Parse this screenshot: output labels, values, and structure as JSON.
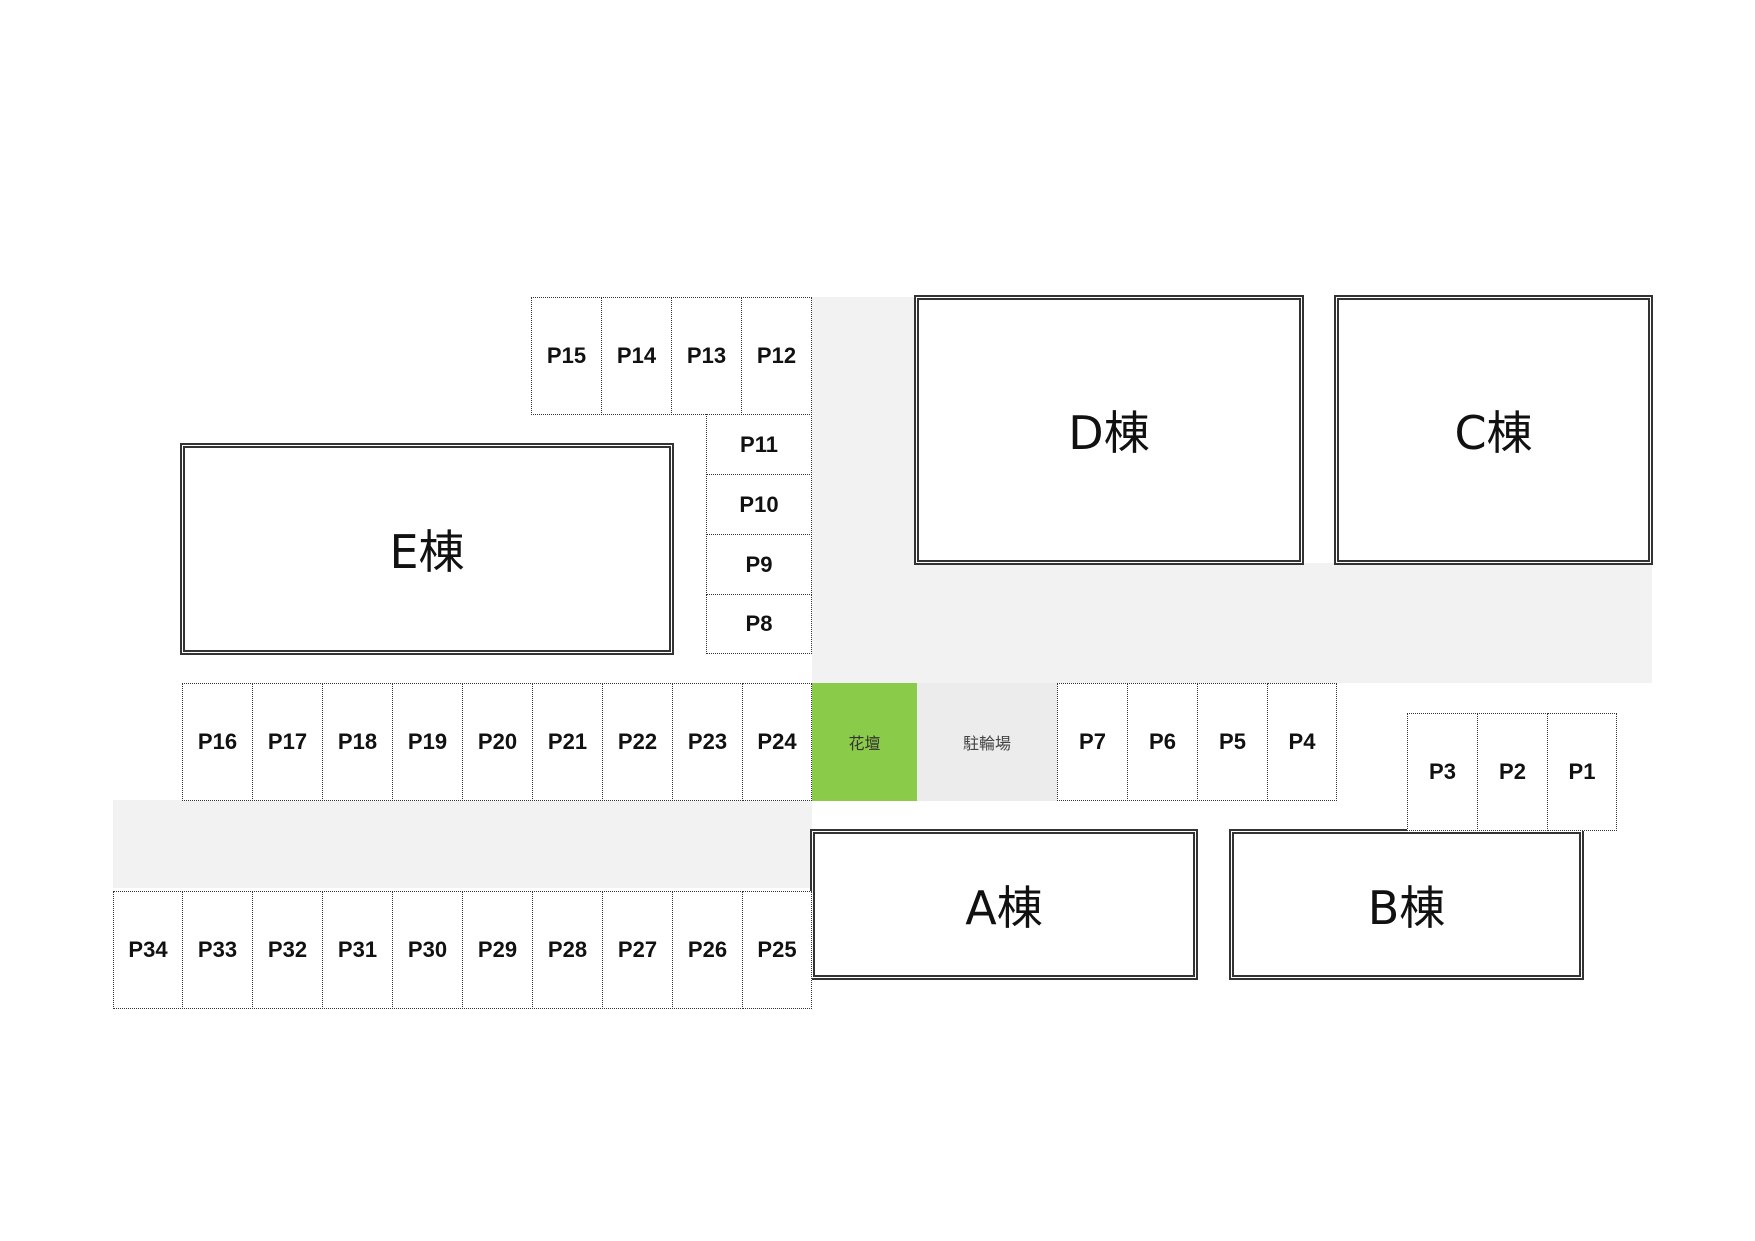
{
  "buildings": {
    "A": "A棟",
    "B": "B棟",
    "C": "C棟",
    "D": "D棟",
    "E": "E棟"
  },
  "parking": {
    "P1": "P1",
    "P2": "P2",
    "P3": "P3",
    "P4": "P4",
    "P5": "P5",
    "P6": "P6",
    "P7": "P7",
    "P8": "P8",
    "P9": "P9",
    "P10": "P10",
    "P11": "P11",
    "P12": "P12",
    "P13": "P13",
    "P14": "P14",
    "P15": "P15",
    "P16": "P16",
    "P17": "P17",
    "P18": "P18",
    "P19": "P19",
    "P20": "P20",
    "P21": "P21",
    "P22": "P22",
    "P23": "P23",
    "P24": "P24",
    "P25": "P25",
    "P26": "P26",
    "P27": "P27",
    "P28": "P28",
    "P29": "P29",
    "P30": "P30",
    "P31": "P31",
    "P32": "P32",
    "P33": "P33",
    "P34": "P34"
  },
  "features": {
    "flowerbed": "花壇",
    "bicycle_parking": "駐輪場"
  },
  "colors": {
    "flowerbed": "#8bcb4a",
    "road": "#f2f2f2",
    "bicycle_parking": "#ececec"
  }
}
